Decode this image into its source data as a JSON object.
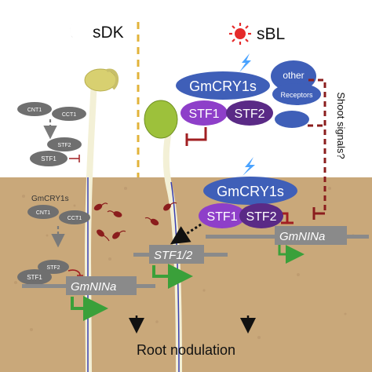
{
  "header": {
    "left_label": "sDK",
    "right_label": "sBL",
    "left_icon": "moon-icon",
    "right_icon": "sun-icon"
  },
  "left_panel": {
    "shoot_proteins": [
      "CNT1",
      "CCT1",
      "STF2",
      "STF1"
    ],
    "root_protein_label": "GmCRY1s",
    "root_proteins": [
      "CNT1",
      "CCT1",
      "STF2",
      "STF1"
    ],
    "gene_label": "GmNINa"
  },
  "right_panel": {
    "shoot_cry_label": "GmCRY1s",
    "shoot_stf1_label": "STF1",
    "shoot_stf2_label": "STF2",
    "other_receptors_line1": "other",
    "other_receptors_line2": "Receptors",
    "shoot_signals_label": "Shoot signals?",
    "root_cry_label": "GmCRY1s",
    "root_stf1_label": "STF1",
    "root_stf2_label": "STF2",
    "stf_gene_label": "STF1/2",
    "gene_label": "GmNINa"
  },
  "footer": {
    "caption": "Root nodulation"
  },
  "colors": {
    "soil": "#c9a87a",
    "cry_blue": "#3f5fb8",
    "stf1_purple": "#8e3fc9",
    "stf2_purple": "#5a2a86",
    "inhibit_red": "#a11f22",
    "promoter_green": "#3aa03a",
    "grey_oval": "#6f6f6f",
    "divider_orange": "#e2b33a"
  }
}
